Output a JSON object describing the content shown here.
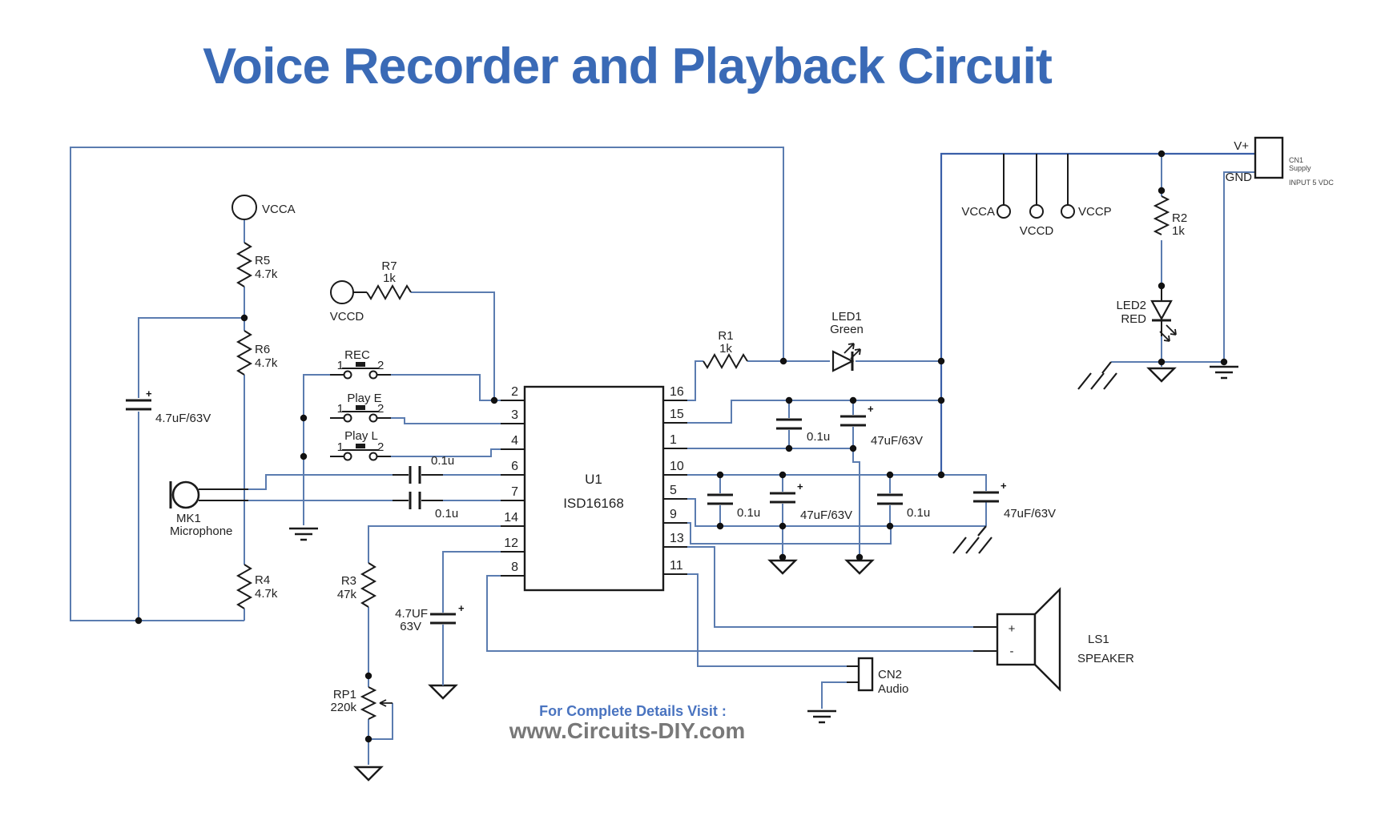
{
  "title": {
    "text": "Voice Recorder and Playback Circuit",
    "color": "#3a6ab6"
  },
  "footer": {
    "line1": "For Complete Details Visit :",
    "line1_color": "#4a74c0",
    "line2": "www.Circuits-DIY.com",
    "line2_color": "#787878"
  },
  "colors": {
    "wire": "#5b7cb0",
    "rail": "#3a5fa8",
    "component": "#1a1a1a"
  },
  "ic": {
    "ref": "U1",
    "part": "ISD16168",
    "left_pins": [
      "2",
      "3",
      "4",
      "6",
      "7",
      "14",
      "12",
      "8"
    ],
    "right_pins": [
      "16",
      "15",
      "1",
      "10",
      "5",
      "9",
      "13",
      "11"
    ]
  },
  "left": {
    "vcca": "VCCA",
    "r5_ref": "R5",
    "r5_val": "4.7k",
    "r6_ref": "R6",
    "r6_val": "4.7k",
    "r4_ref": "R4",
    "r4_val": "4.7k",
    "cap_in": "4.7uF/63V",
    "mic_ref": "MK1",
    "mic_name": "Microphone"
  },
  "controls": {
    "vccd": "VCCD",
    "r7_ref": "R7",
    "r7_val": "1k",
    "rec": "REC",
    "play_e": "Play E",
    "play_l": "Play L",
    "t1": "1",
    "t2": "2"
  },
  "coupling": {
    "c_top": "0.1u",
    "c_bot": "0.1u"
  },
  "bottom": {
    "r3_ref": "R3",
    "r3_val": "47k",
    "rp1_ref": "RP1",
    "rp1_val": "220k",
    "cap_l1": "4.7UF",
    "cap_l2": "63V"
  },
  "led_drive": {
    "r1_ref": "R1",
    "r1_val": "1k",
    "led1_ref": "LED1",
    "led1_color": "Green"
  },
  "bypass": {
    "a1": "0.1u",
    "a2": "47uF/63V",
    "b1": "0.1u",
    "b2": "47uF/63V",
    "b3": "0.1u",
    "b4": "47uF/63V"
  },
  "power": {
    "vcca": "VCCA",
    "vccd": "VCCD",
    "vccp": "VCCP",
    "vplus": "V+",
    "gnd": "GND",
    "cn1_ref": "CN1",
    "cn1_name": "Supply",
    "cn1_note": "INPUT 5 VDC",
    "r2_ref": "R2",
    "r2_val": "1k",
    "led2_ref": "LED2",
    "led2_color": "RED"
  },
  "audio": {
    "cn2_ref": "CN2",
    "cn2_name": "Audio",
    "ls1_ref": "LS1",
    "ls1_name": "SPEAKER",
    "plus": "+",
    "minus": "-"
  },
  "sym": {
    "plus": "+"
  }
}
